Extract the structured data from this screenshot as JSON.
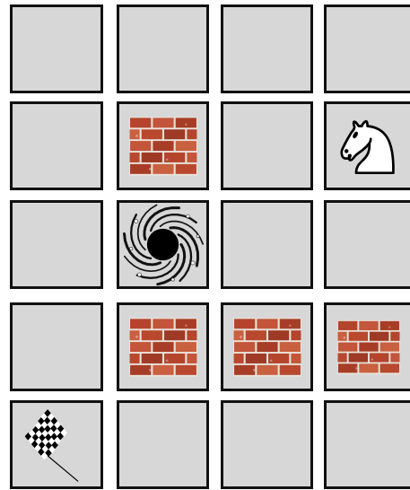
{
  "board": {
    "rows": 5,
    "cols": 4,
    "colors": {
      "cell": "#d7d7d7",
      "border": "#111111",
      "mortar": "#e9e3da",
      "brick": "#b4442c"
    },
    "cells": [
      [
        "empty",
        "empty",
        "empty",
        "empty"
      ],
      [
        "empty",
        "wall",
        "empty",
        "knight"
      ],
      [
        "empty",
        "black-hole",
        "empty",
        "empty"
      ],
      [
        "empty",
        "wall",
        "wall",
        "wall"
      ],
      [
        "goal-flag",
        "empty",
        "empty",
        "empty"
      ]
    ]
  }
}
